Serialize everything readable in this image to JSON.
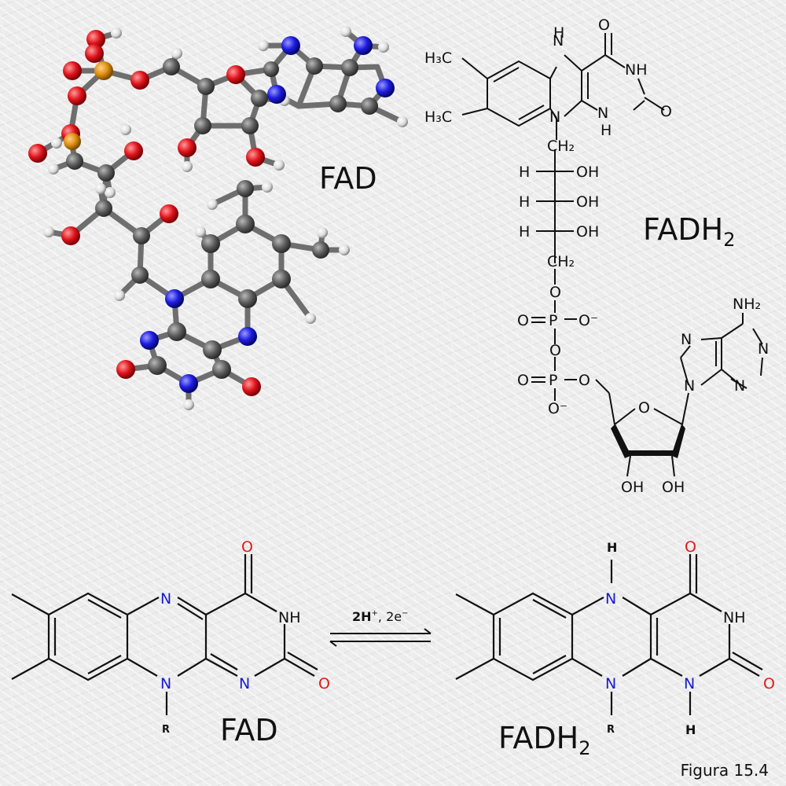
{
  "labels": {
    "fad_3d": "FAD",
    "fadh2_struct": "FADH",
    "fadh2_struct_sub": "2",
    "fad_bottom": "FAD",
    "fadh2_bottom": "FADH",
    "fadh2_bottom_sub": "2",
    "figure": "Figura 15.4"
  },
  "reaction": {
    "reagent_main": "2H",
    "reagent_sup": "+",
    "reagent_rest": ", 2e",
    "reagent_sup2": "−"
  },
  "atoms": {
    "N": "N",
    "NH": "NH",
    "H": "H",
    "O": "O",
    "OH": "OH",
    "R": "R",
    "H3C": "H₃C",
    "CH2": "CH₂",
    "P": "P",
    "NH2": "NH₂",
    "O_minus": "O⁻"
  },
  "colors": {
    "carbon": "#5a5a5a",
    "oxygen": "#e0151d",
    "nitrogen": "#1d1de0",
    "phosphorus": "#e0900f",
    "hydrogen": "#f2f2f2",
    "hetero_N_text": "#1a1ad0",
    "hetero_O_text": "#e01a1a"
  }
}
